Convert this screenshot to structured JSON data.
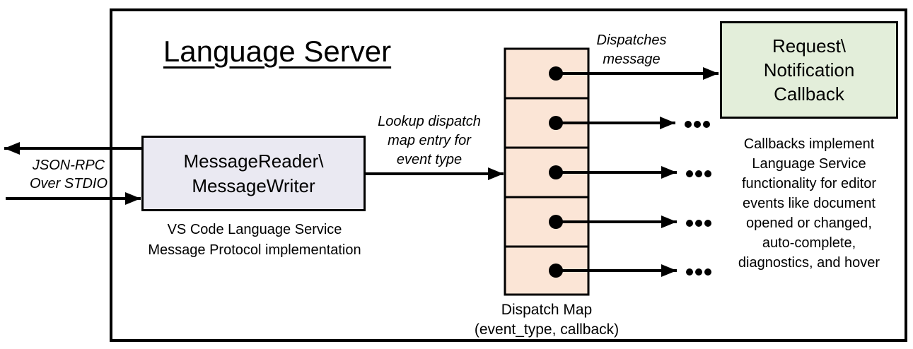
{
  "diagram": {
    "title": "Language Server",
    "stdio_label": {
      "lines": [
        "JSON-RPC",
        "Over STDIO"
      ]
    },
    "reader_box": {
      "lines": [
        "MessageReader\\",
        "MessageWriter"
      ]
    },
    "reader_caption": {
      "lines": [
        "VS Code Language Service",
        "Message Protocol implementation"
      ]
    },
    "lookup_label": {
      "lines": [
        "Lookup dispatch",
        "map entry for",
        "event type"
      ]
    },
    "dispatches_label": {
      "lines": [
        "Dispatches",
        "message"
      ]
    },
    "callback_box": {
      "lines": [
        "Request\\",
        "Notification",
        "Callback"
      ]
    },
    "callbacks_note": {
      "lines": [
        "Callbacks implement",
        "Language Service",
        "functionality for editor",
        "events like document",
        "opened or changed,",
        "auto-complete,",
        "diagnostics, and hover"
      ]
    },
    "dispatch_map": {
      "rows": 5,
      "caption": {
        "lines": [
          "Dispatch Map",
          "(event_type, callback)"
        ]
      }
    },
    "colors": {
      "reader_box_fill": "#eae9f2",
      "callback_box_fill": "#e3eeda",
      "map_cell_fill": "#fbe5d6",
      "stroke": "#000000"
    }
  }
}
